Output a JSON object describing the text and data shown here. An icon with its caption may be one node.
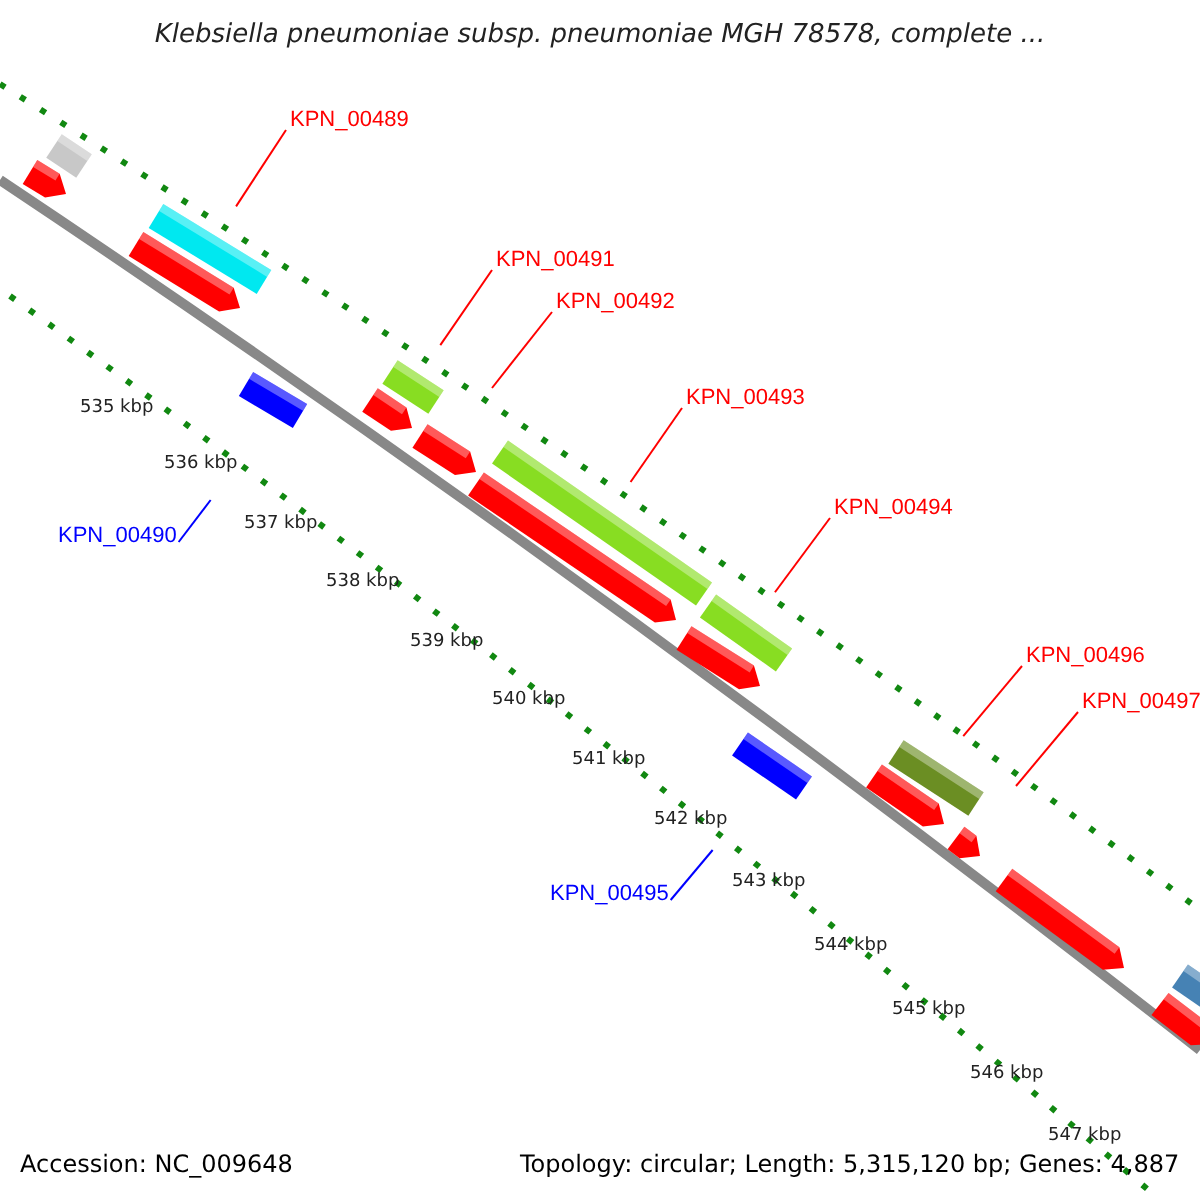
{
  "diagram": {
    "title": "Klebsiella pneumoniae subsp. pneumoniae MGH 78578, complete ...",
    "nodes": [
      {
        "text": [
          "KPN_00489"
        ]
      },
      {
        "text": [],
        "shape": "bar"
      },
      {
        "text": [
          "KPN_00490"
        ]
      },
      {
        "text": [
          "KPN_00491"
        ]
      },
      {
        "text": [],
        "shape": "bar"
      },
      {
        "text": [
          "KPN_00492"
        ]
      },
      {
        "text": [
          "KPN_00493"
        ]
      },
      {
        "text": [],
        "shape": "bar"
      },
      {
        "text": [
          "KPN_00494"
        ]
      },
      {
        "text": [],
        "shape": "bar"
      },
      {
        "text": [
          "KPN_00495"
        ]
      },
      {
        "text": [
          "KPN_00496"
        ]
      },
      {
        "text": [],
        "shape": "bar"
      },
      {
        "text": [
          "KPN_00497"
        ]
      },
      {
        "text": [],
        "shape": "bar"
      },
      {
        "text": [],
        "shape": "arrow"
      },
      {
        "text": [],
        "shape": "arrow"
      },
      {
        "text": [],
        "shape": "bar"
      },
      {
        "text": [],
        "shape": "arrow"
      },
      {
        "text": [],
        "shape": "arrow"
      },
      {
        "text": [],
        "shape": "arrow"
      },
      {
        "text": [],
        "shape": "arrow"
      },
      {
        "text": [],
        "shape": "bar"
      },
      {
        "text": [],
        "shape": "arrow"
      },
      {
        "text": [],
        "shape": "arrow"
      },
      {
        "text": [],
        "shape": "arrow"
      },
      {
        "text": [],
        "shape": "bar"
      },
      {
        "text": [],
        "shape": "arrow"
      }
    ],
    "edges": [
      {
        "from": 0,
        "to": 1,
        "arrow": "none"
      },
      {
        "from": 2,
        "to": null,
        "arrow": "none",
        "color": "#0000ff"
      },
      {
        "from": 3,
        "to": 4,
        "arrow": "none"
      },
      {
        "from": 5,
        "to": null,
        "arrow": "none"
      },
      {
        "from": 6,
        "to": 7,
        "arrow": "none"
      },
      {
        "from": 8,
        "to": 9,
        "arrow": "none"
      },
      {
        "from": 10,
        "to": null,
        "arrow": "none",
        "color": "#0000ff"
      },
      {
        "from": 11,
        "to": 12,
        "arrow": "none"
      },
      {
        "from": 13,
        "to": null,
        "arrow": "none"
      }
    ],
    "labels": [
      "535 kbp",
      "536 kbp",
      "537 kbp",
      "538 kbp",
      "539 kbp",
      "540 kbp",
      "541 kbp",
      "542 kbp",
      "543 kbp",
      "544 kbp",
      "545 kbp",
      "546 kbp",
      "547 kbp",
      "Accession: NC_009648",
      "Topology: circular; Length: 5,315,120 bp; Genes: 4,887"
    ]
  }
}
